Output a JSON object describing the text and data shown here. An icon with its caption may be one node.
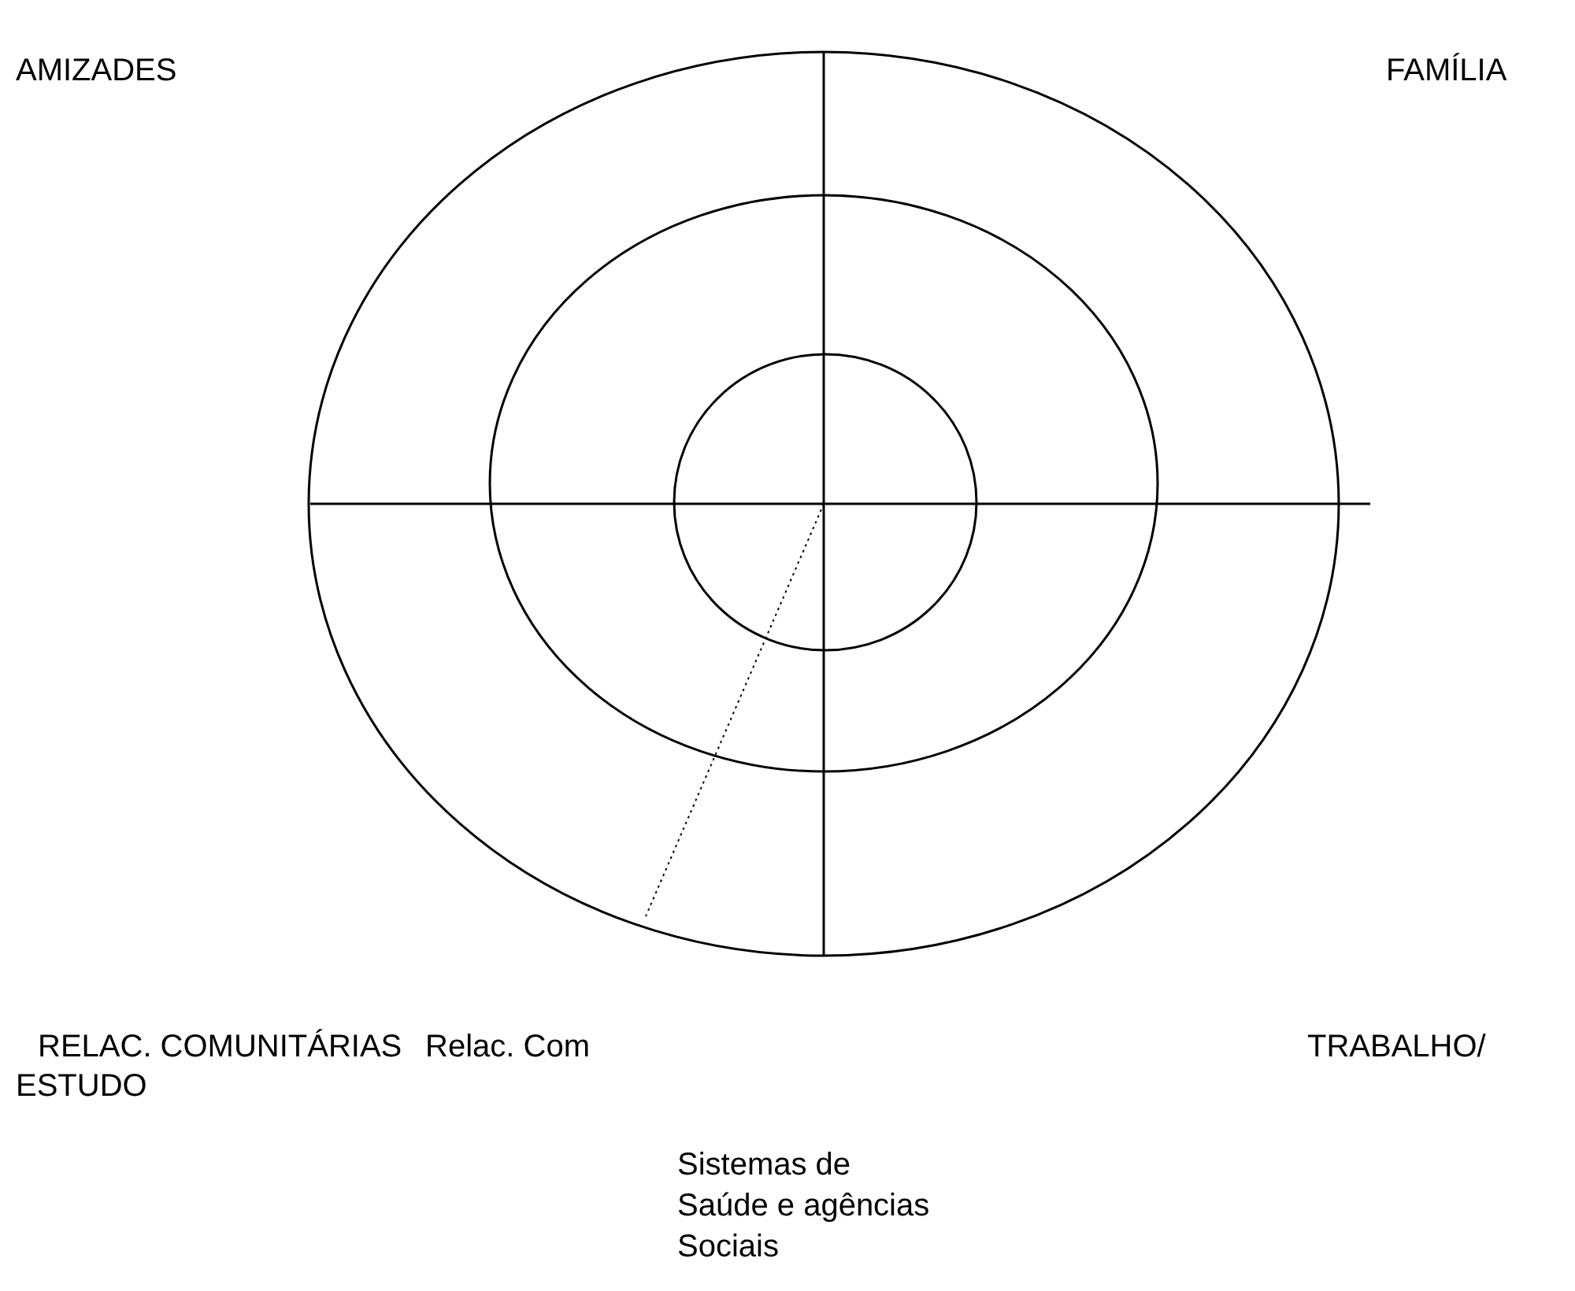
{
  "diagram": {
    "labels": [
      "AMIZADES",
      "FAMÍLIA",
      "RELAC. COMUNITÁRIAS",
      "Relac. Com",
      "TRABALHO/",
      "ESTUDO",
      "Sistemas de Saúde e agências Sociais"
    ]
  }
}
